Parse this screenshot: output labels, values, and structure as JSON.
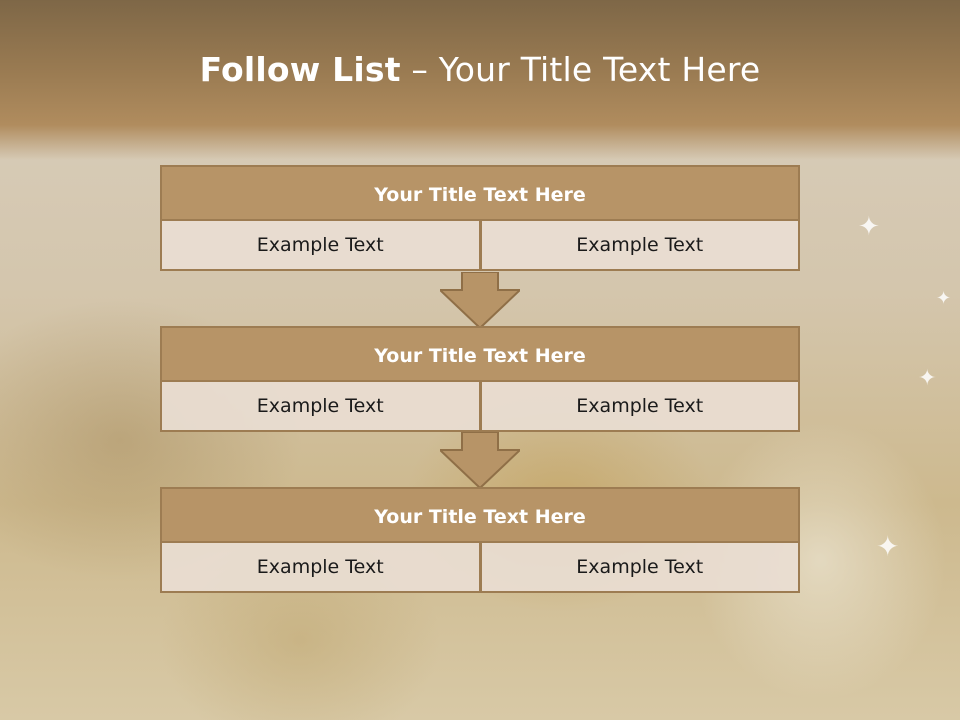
{
  "slide": {
    "title_bold": "Follow List",
    "title_rest": " – Your Title Text Here"
  },
  "blocks": [
    {
      "title": "Your Title Text Here",
      "left": "Example Text",
      "right": "Example Text"
    },
    {
      "title": "Your Title Text Here",
      "left": "Example Text",
      "right": "Example Text"
    },
    {
      "title": "Your Title Text Here",
      "left": "Example Text",
      "right": "Example Text"
    }
  ],
  "colors": {
    "header_fill": "#b79467",
    "border": "#9d7c52",
    "cell_fill": "#e9ddd3",
    "arrow_fill": "#b79467"
  }
}
